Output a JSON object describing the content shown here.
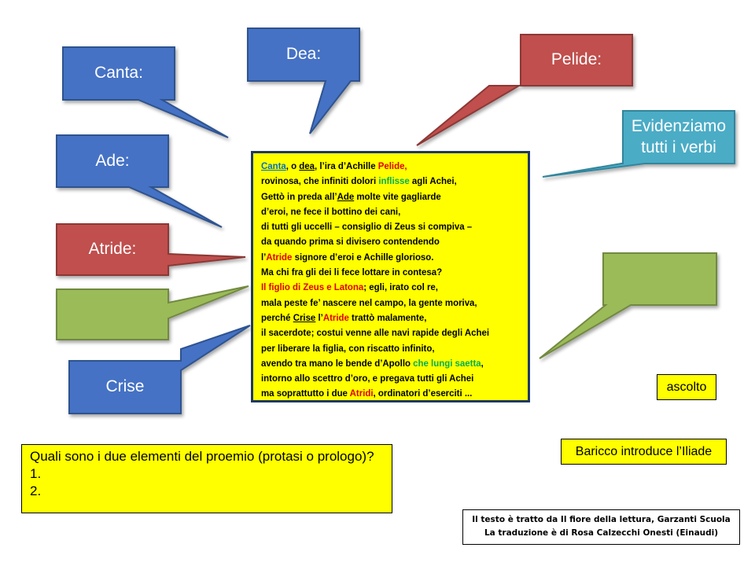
{
  "callouts": {
    "canta": "Canta:",
    "dea": "Dea:",
    "pelide": "Pelide:",
    "evidenziamo_line1": "Evidenziamo",
    "evidenziamo_line2": "tutti i verbi",
    "ade": "Ade:",
    "atride": "Atride:",
    "crise": "Crise"
  },
  "poem": {
    "l1": {
      "canta": "Canta",
      "sep1": ", o ",
      "dea": "dea",
      "mid": ", l’ira d’Achille ",
      "pelide": "Pelide,"
    },
    "l2": {
      "pre": "rovinosa, che infiniti dolori ",
      "inflisse": "inflisse",
      "post": " agli Achei,"
    },
    "l3": {
      "pre": "Gettò in preda all’",
      "ade": "Ade",
      "post": " molte vite gagliarde"
    },
    "l4": "d’eroi, ne fece il bottino dei cani,",
    "l5": "di tutti gli uccelli – consiglio di Zeus si compiva –",
    "l6": "da quando prima si divisero contendendo",
    "l7": {
      "pre": "l’",
      "atride": "Atride",
      "post": " signore d’eroi e Achille glorioso."
    },
    "l8": "Ma chi fra gli dei li fece lottare in contesa?",
    "l9": {
      "figlio": "Il figlio di Zeus e Latona",
      "post": "; egli, irato col re,"
    },
    "l10": "mala peste fe’ nascere nel campo, la gente moriva,",
    "l11": {
      "pre": "perché ",
      "crise": "Crise",
      "mid": " l’",
      "atride": "Atride",
      "post": " trattò  malamente,"
    },
    "l12": "il sacerdote; costui venne alle navi rapide degli Achei",
    "l13": "per liberare la figlia, con riscatto infinito,",
    "l14": {
      "pre": "avendo tra mano le bende d’Apollo ",
      "green": "che lungi saetta",
      "post": ","
    },
    "l15": "intorno allo scettro  d’oro, e pregava tutti gli Achei",
    "l16": {
      "pre": "ma soprattutto  i due ",
      "atridi": "Atridi",
      "post": ", ordinatori d’eserciti  ..."
    }
  },
  "question": {
    "title": "Quali sono i due elementi del proemio (protasi o prologo)?",
    "item1": "1.",
    "item2": "2."
  },
  "ascolto": "ascolto",
  "baricco": "Baricco introduce l’Iliade",
  "source": {
    "line1": "Il testo è tratto da Il fiore della lettura, Garzanti Scuola",
    "line2": "La traduzione è di Rosa Calzecchi Onesti (Einaudi)"
  },
  "colors": {
    "blue": "#4472c4",
    "red": "#c0504d",
    "green": "#9bbb59",
    "teal": "#4bacc6",
    "yellow": "#ffff00",
    "poem_border": "#1f3864"
  }
}
